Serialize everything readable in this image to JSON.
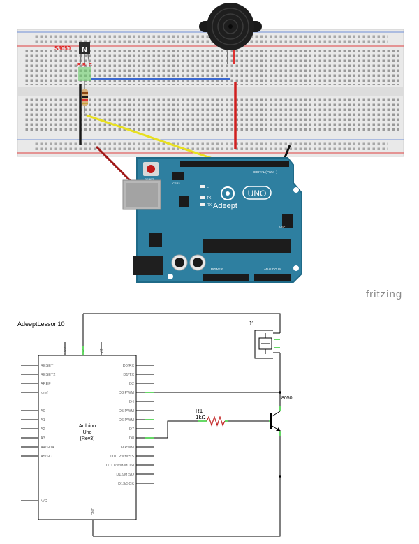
{
  "breadboard": {
    "transistor_model": "S8050",
    "transistor_letter": "N",
    "pin_e": "E",
    "pin_b": "B",
    "pin_c": "C"
  },
  "arduino_board": {
    "brand": "Adeept",
    "model": "UNO",
    "reset_label": "RESET",
    "icsp_label": "ICSP2",
    "led_l": "L",
    "led_tx": "TX",
    "led_rx": "RX",
    "icsp2": "ICSP",
    "digital_label": "DIGITAL (PWM~)",
    "analog_label": "ANALOG IN",
    "power_label": "POWER"
  },
  "watermark": "fritzing",
  "schematic": {
    "title": "AdeeptLesson10",
    "buzzer_ref": "J1",
    "transistor_ref": "8050",
    "resistor_ref": "R1",
    "resistor_value": "1kΩ",
    "ic_name": "Arduino",
    "ic_model": "Uno",
    "ic_rev": "(Rev3)",
    "top_pins": [
      "3V3",
      "5V",
      "VIN"
    ],
    "bottom_pin": "GND",
    "left_pins": [
      "RESET",
      "RESET2",
      "AREF",
      "ioref",
      "A0",
      "A1",
      "A2",
      "A3",
      "A4/SDA",
      "A5/SCL",
      "N/C"
    ],
    "right_pins": [
      "D0/RX",
      "D1/TX",
      "D2",
      "D3 PWM",
      "D4",
      "D5 PWM",
      "D6 PWM",
      "D7",
      "D8",
      "D9 PWM",
      "D10 PWM/SS",
      "D11 PWM/MOSI",
      "D12/MISO",
      "D13/SCK"
    ]
  }
}
